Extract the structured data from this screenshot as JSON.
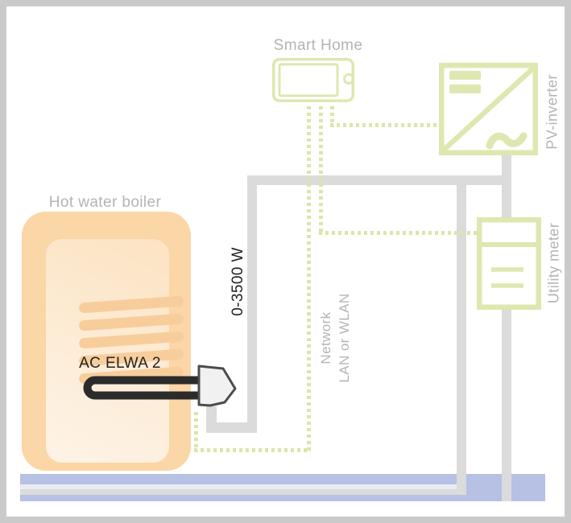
{
  "labels": {
    "smart_home": "Smart Home",
    "pv_inverter": "PV-inverter",
    "utility_meter": "Utility meter",
    "hot_water_boiler": "Hot water boiler",
    "device_name": "AC ELWA 2",
    "power_range": "0-3500 W",
    "network_line1": "Network",
    "network_line2": "LAN or WLAN"
  },
  "icons": [
    "tablet-icon",
    "pv-inverter-icon",
    "utility-meter-icon",
    "heating-element-icon",
    "boiler-shape",
    "heating-coil"
  ],
  "connections": [
    {
      "type": "network",
      "from": "smart-home",
      "to": "ac-elwa-2",
      "style": "green-dotted"
    },
    {
      "type": "network",
      "from": "smart-home",
      "to": "utility-meter",
      "style": "green-dotted"
    },
    {
      "type": "network",
      "from": "smart-home",
      "to": "pv-inverter",
      "style": "green-dotted"
    },
    {
      "type": "power",
      "from": "ac-elwa-2",
      "to": "house-bus",
      "style": "gray-line"
    },
    {
      "type": "power",
      "from": "pv-inverter",
      "to": "house-bus",
      "style": "gray-line"
    }
  ],
  "colors": {
    "green": "#dfe7b0",
    "green_dot": "#dce5a9",
    "cable_gray": "#dbdbdb",
    "label_gray": "#b4b4b4",
    "text_black": "#222222",
    "boiler_fill": "#fbd6a6",
    "coil_color": "#f8cd9c",
    "bus_blue": "#b6c1e3",
    "frame_border": "#cacaca",
    "element_black": "#2b2b2b"
  }
}
